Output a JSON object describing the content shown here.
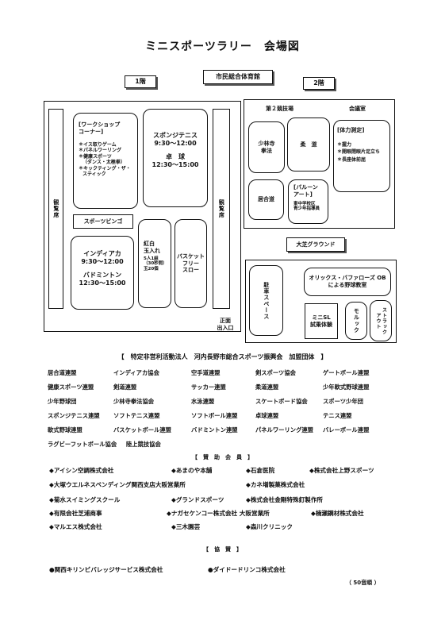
{
  "title": "ミニスポーツラリー　会場図",
  "venue_label": "市民総合体育館",
  "floor1": {
    "label": "1階",
    "left_seats": "観覧席",
    "right_seats": "観覧席",
    "workshop": {
      "title": "[ワークショップ\nコーナー]",
      "items": [
        "＊イス取りゲーム",
        "＊パネルワーリング",
        "＊健康スポーツ",
        "（ダンス・太極拳）",
        "＊キックティング・ザ・",
        "スティック"
      ]
    },
    "sponge_tennis": {
      "name": "スポンジテニス",
      "time": "9:30～12:00",
      "name2": "卓　球",
      "time2": "12:30～15:00"
    },
    "sports_bingo": "スポーツビンゴ",
    "indiaca": {
      "name": "インディアカ",
      "time": "9:30～12:00",
      "name2": "バドミントン",
      "time2": "12:30～15:00"
    },
    "red_white": {
      "name": "紅白\n玉入れ",
      "note": "5人1組\n（30秒間）\n玉20個"
    },
    "basketball": "バスケット\nフリー\nスロー",
    "entrance": "正面\n出入口"
  },
  "floor2": {
    "label": "2階",
    "hall2": "第２競技場",
    "meeting": "会議室",
    "shorinji": "少林寺\n拳法",
    "judo": "柔　道",
    "fitness": {
      "title": "[体力測定]",
      "items": [
        "＊握力",
        "＊開眼閉眼片足立ち",
        "＊長座体前屈"
      ]
    },
    "kendo": "居合道",
    "balloon": "[バルーン\nアート]",
    "balloon_sub": "東中学校区\n青少年指導員"
  },
  "ground": {
    "label": "大芝グラウンド",
    "parking": "駐車スペース",
    "orix": "オリックス・バファローズ OB\nによる野球教室",
    "minisl": "ミニSL\n試乗体験",
    "molkky": "モルック",
    "struck": "ストラック\nアウト"
  },
  "organizers": {
    "header": "【　特定非営利活動法人　河内長野市総合スポーツ振興会　加盟団体　】",
    "rows": [
      [
        "居合道連盟",
        "インディアカ協会",
        "空手道連盟",
        "剣スポーツ協会",
        "ゲートボール連盟"
      ],
      [
        "健康スポーツ連盟",
        "剣道連盟",
        "サッカー連盟",
        "柔道連盟",
        "少年軟式野球連盟"
      ],
      [
        "少年野球団",
        "少林寺拳法協会",
        "水泳連盟",
        "スケートボード協会",
        "スポーツ少年団"
      ],
      [
        "スポンジテニス連盟",
        "ソフトテニス連盟",
        "ソフトボール連盟",
        "卓球連盟",
        "テニス連盟"
      ],
      [
        "軟式野球連盟",
        "バスケットボール連盟",
        "バドミントン連盟",
        "パネルワーリング連盟",
        "バレーボール連盟"
      ],
      [
        "ラグビーフットボール協会",
        "陸上競技協会",
        "",
        "",
        ""
      ]
    ]
  },
  "sponsors": {
    "header": "【　賛　助　会　員　】",
    "rows": [
      [
        "◆アイシン空調株式会社",
        "◆あまのや本舗",
        "◆石倉医院",
        "◆株式会社上野スポーツ"
      ],
      [
        "◆大塚ウエルネスベンディング関西支店大阪営業所",
        "",
        "◆カネ増製菓株式会社",
        ""
      ],
      [
        "◆菊水スイミングスクール",
        "◆グランドスポーツ",
        "◆株式会社金剛特殊釘製作所",
        ""
      ],
      [
        "◆有限会社芝浦商事",
        "◆ナガセケンコー株式会社 大阪営業所",
        "",
        "◆楠瀬鋼材株式会社"
      ],
      [
        "◆マルエス株式会社",
        "◆三木園芸",
        "◆森川クリニック",
        ""
      ]
    ]
  },
  "supporters": {
    "header": "【　協　賛　】",
    "items": [
      "●関西キリンビバレッジサービス株式会社",
      "●ダイドードリンコ株式会社"
    ]
  },
  "footer_note": "（ 50音順 ）"
}
